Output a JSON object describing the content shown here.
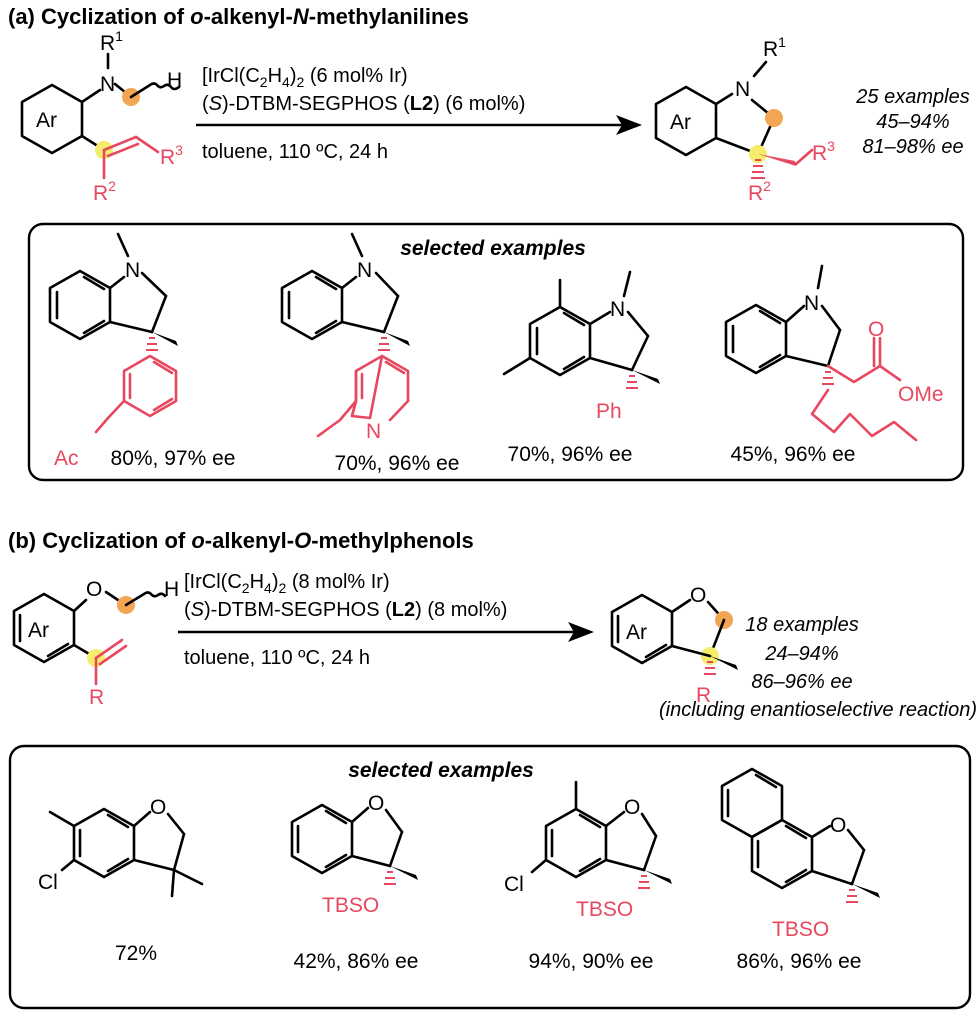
{
  "colors": {
    "highlight_red": "#e8485f",
    "dot_orange": "#f2a654",
    "dot_yellow": "#f4ec6a",
    "ink": "#000000"
  },
  "part_a": {
    "heading_label": "(a)",
    "heading_text": "Cyclization of ",
    "heading_o": "o",
    "heading_mid": "-alkenyl-",
    "heading_n": "N",
    "heading_end": "-methylanilines",
    "conditions_catalyst": "[IrCl(C",
    "conditions_catalyst_sub1": "2",
    "conditions_catalyst_mid": "H",
    "conditions_catalyst_sub2": "4",
    "conditions_catalyst_close": ")",
    "conditions_catalyst_sub3": "2",
    "conditions_catalyst_load": " (6 mol% Ir)",
    "conditions_ligand_s": "S",
    "conditions_ligand_a": "(",
    "conditions_ligand_b": ")-DTBM-SEGPHOS (",
    "conditions_ligand_bold": "L2",
    "conditions_ligand_c": ") (6 mol%)",
    "conditions_solvent": "toluene, 110 ºC, 24 h",
    "summary_examples": "25 examples",
    "summary_yield": "45–94%",
    "summary_ee": "81–98% ee",
    "sm_labels": {
      "ar": "Ar",
      "n": "N",
      "r1": "R",
      "r1_sup": "1",
      "h": "H",
      "r2": "R",
      "r2_sup": "2",
      "r3": "R",
      "r3_sup": "3"
    },
    "selected_title": "selected examples",
    "examples": [
      {
        "yield": "80%, 97% ee",
        "n": "N",
        "sub": "Ac"
      },
      {
        "yield": "70%, 96% ee",
        "n": "N",
        "sub": "N"
      },
      {
        "yield": "70%, 96% ee",
        "n": "N",
        "sub": "Ph"
      },
      {
        "yield": "45%, 96% ee",
        "n": "N",
        "sub_o": "O",
        "sub_ome": "OMe"
      }
    ]
  },
  "part_b": {
    "heading_label": "(b)",
    "heading_text": "Cyclization of ",
    "heading_o": "o",
    "heading_mid": "-alkenyl-",
    "heading_o2": "O",
    "heading_end": "-methylphenols",
    "conditions_catalyst": "[IrCl(C",
    "conditions_catalyst_sub1": "2",
    "conditions_catalyst_mid": "H",
    "conditions_catalyst_sub2": "4",
    "conditions_catalyst_close": ")",
    "conditions_catalyst_sub3": "2",
    "conditions_catalyst_load": " (8 mol% Ir)",
    "conditions_ligand_s": "S",
    "conditions_ligand_a": "(",
    "conditions_ligand_b": ")-DTBM-SEGPHOS (",
    "conditions_ligand_bold": "L2",
    "conditions_ligand_c": ") (8 mol%)",
    "conditions_solvent": "toluene, 110 ºC, 24 h",
    "summary_examples": "18 examples",
    "summary_yield": "24–94%",
    "summary_ee": "86–96% ee",
    "summary_note": "(including enantioselective reaction)",
    "sm_labels": {
      "ar": "Ar",
      "o": "O",
      "h": "H",
      "r": "R"
    },
    "selected_title": "selected examples",
    "examples": [
      {
        "yield": "72%",
        "o": "O",
        "cl": "Cl"
      },
      {
        "yield": "42%, 86% ee",
        "o": "O",
        "sub": "TBSO"
      },
      {
        "yield": "94%, 90% ee",
        "o": "O",
        "cl": "Cl",
        "sub": "TBSO"
      },
      {
        "yield": "86%, 96% ee",
        "o": "O",
        "sub": "TBSO"
      }
    ]
  }
}
